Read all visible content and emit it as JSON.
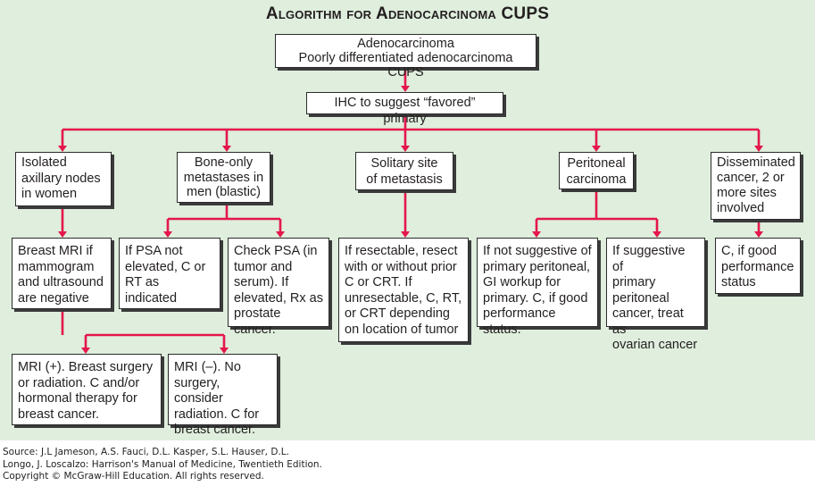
{
  "title": "Algorithm for Adenocarcinoma CUPS",
  "nodes": {
    "root": "Adenocarcinoma\nPoorly differentiated adenocarcinoma CUPS",
    "ihc": "IHC to suggest “favored” primary",
    "axillary": "Isolated\naxillary nodes\nin women",
    "bone": "Bone-only\nmetastases in\nmen (blastic)",
    "solitary": "Solitary site\nof metastasis",
    "peritoneal": "Peritoneal\ncarcinoma",
    "disseminated": "Disseminated\ncancer, 2 or\nmore sites\ninvolved",
    "breast_mri": "Breast MRI if\nmammogram\nand ultrasound\nare negative",
    "psa_not_elevated": "If PSA not\nelevated, C or\nRT as indicated",
    "check_psa": "Check PSA (in\ntumor and\nserum). If\nelevated, Rx as\nprostate cancer.",
    "resectable": "If resectable, resect\nwith or without prior\nC or CRT. If\nunresectable, C, RT,\nor CRT depending\non location of tumor",
    "not_primary_peritoneal": "If not suggestive of\nprimary peritoneal,\nGI workup for\nprimary. C, if good\nperformance status.",
    "primary_peritoneal": "If suggestive of\nprimary\nperitoneal\ncancer, treat as\novarian cancer",
    "good_performance": "C, if good\nperformance\nstatus",
    "mri_positive": "MRI (+). Breast surgery\nor radiation. C and/or\nhormonal therapy for\nbreast cancer.",
    "mri_negative": "MRI (–). No\nsurgery, consider\nradiation. C for\nbreast cancer."
  },
  "source": [
    "Source: J.L Jameson, A.S. Fauci, D.L. Kasper, S.L. Hauser, D.L.",
    "Longo, J. Loscalzo: Harrison's Manual of Medicine, Twentieth Edition.",
    "Copyright © McGraw-Hill Education. All rights reserved."
  ],
  "colors": {
    "background": "#dfeedd",
    "connector": "#e4174b",
    "box_border": "#2b2b2b"
  }
}
